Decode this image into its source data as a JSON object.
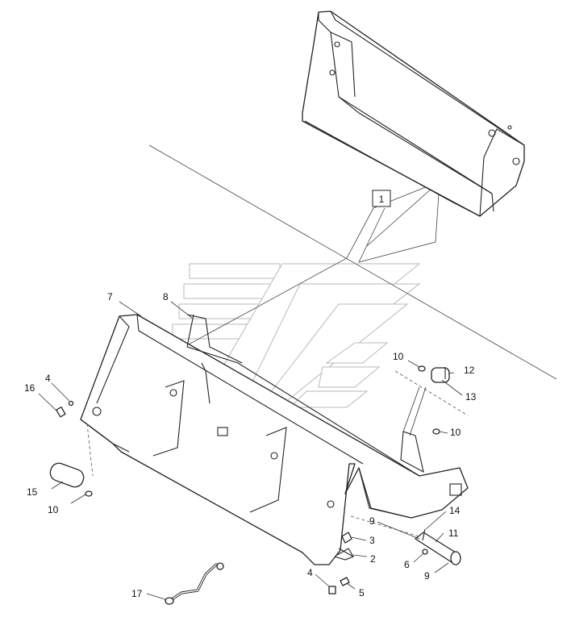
{
  "callouts": {
    "c1": "1",
    "c2": "2",
    "c3": "3",
    "c4a": "4",
    "c4b": "4",
    "c5": "5",
    "c6": "6",
    "c7": "7",
    "c8": "8",
    "c9a": "9",
    "c9b": "9",
    "c10a": "10",
    "c10b": "10",
    "c10c": "10",
    "c11": "11",
    "c12": "12",
    "c13": "13",
    "c14": "14",
    "c15": "15",
    "c16": "16",
    "c17": "17"
  }
}
